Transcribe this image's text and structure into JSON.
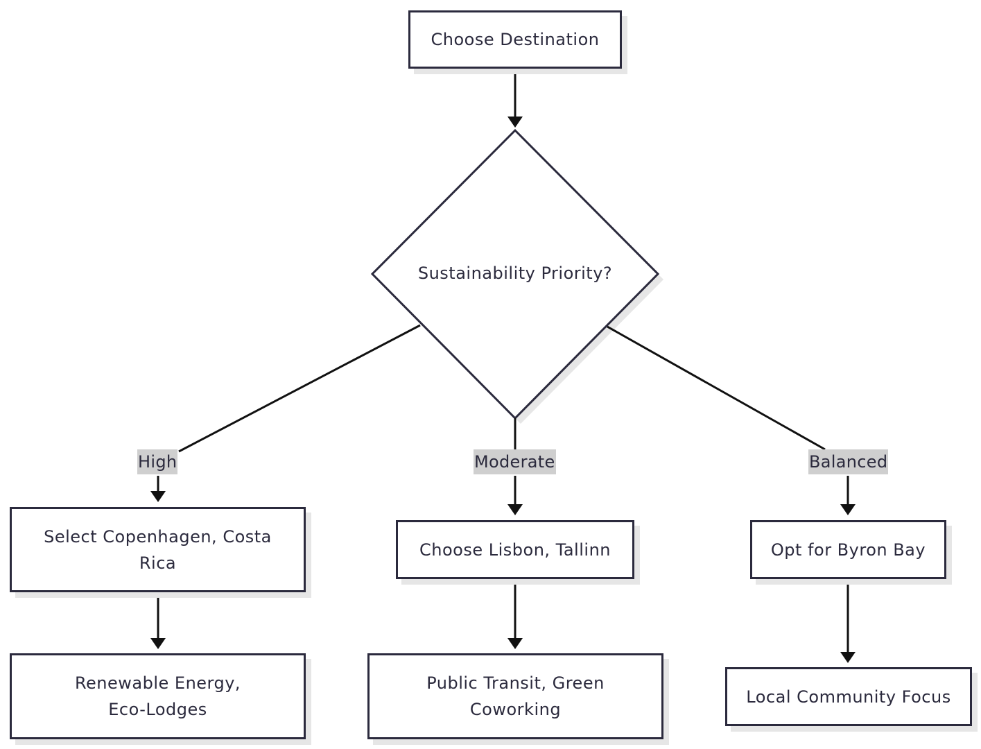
{
  "nodes": {
    "start": "Choose Destination",
    "decision": "Sustainability Priority?",
    "high_dest": "Select Copenhagen, Costa Rica",
    "moderate_dest": "Choose Lisbon, Tallinn",
    "balanced_dest": "Opt for Byron Bay",
    "high_focus": "Renewable Energy, Eco-Lodges",
    "moderate_focus": "Public Transit, Green Coworking",
    "balanced_focus": "Local Community Focus"
  },
  "edges": {
    "high": "High",
    "moderate": "Moderate",
    "balanced": "Balanced"
  },
  "colors": {
    "stroke": "#2b2a3d",
    "shadow": "#e6e6e6",
    "label_bg": "#cfcfcf"
  }
}
